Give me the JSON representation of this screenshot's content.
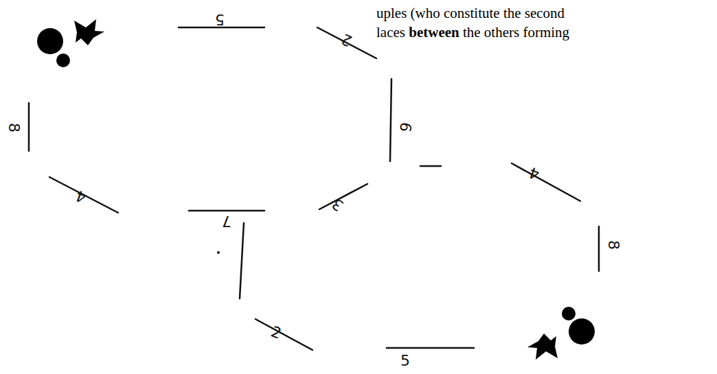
{
  "diagram": {
    "labels": [
      "5",
      "2",
      "uples (who constitute the second",
      "laces",
      "between",
      "the others forming",
      "6",
      "8",
      "4",
      "7",
      "3",
      "4",
      "8",
      "2",
      "5"
    ]
  }
}
